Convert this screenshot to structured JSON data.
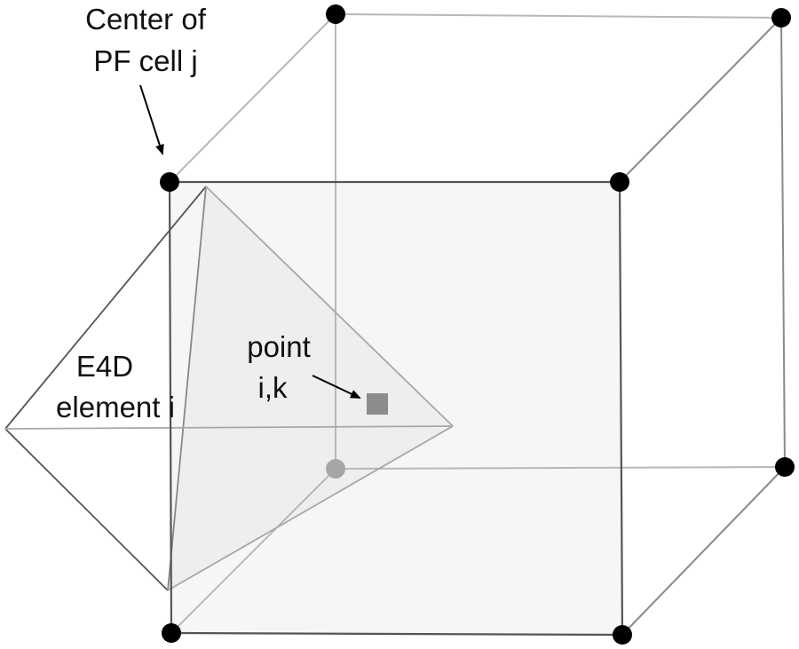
{
  "labels": {
    "center_line1": "Center of",
    "center_line2": "PF cell j",
    "element_line1": "E4D",
    "element_line2": "element i",
    "point_line1": "point",
    "point_line2": "i,k"
  },
  "colors": {
    "front_edge": "#555555",
    "back_edge": "#9a9a9a",
    "back_edge_light": "#b8b8b8",
    "vertex": "#000000",
    "hidden_vertex": "#a6a6a6",
    "point_marker": "#8c8c8c",
    "tetra_face_fill": "#ececec",
    "cube_face_fill": "#f6f6f6"
  }
}
